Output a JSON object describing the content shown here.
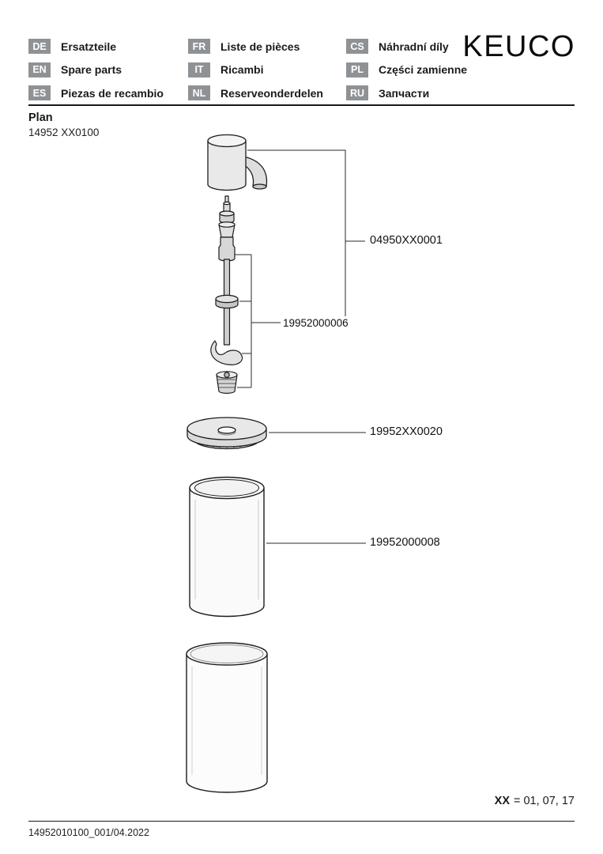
{
  "brand": {
    "logo": "KEUCO"
  },
  "header": {
    "languages": [
      {
        "code": "DE",
        "label": "Ersatzteile"
      },
      {
        "code": "EN",
        "label": "Spare parts"
      },
      {
        "code": "ES",
        "label": "Piezas de recambio"
      },
      {
        "code": "FR",
        "label": "Liste de pièces"
      },
      {
        "code": "IT",
        "label": "Ricambi"
      },
      {
        "code": "NL",
        "label": "Reserveonderdelen"
      },
      {
        "code": "CS",
        "label": "Náhradní díly"
      },
      {
        "code": "PL",
        "label": "Części zamienne"
      },
      {
        "code": "RU",
        "label": "Запчасти"
      }
    ]
  },
  "product": {
    "series": "Plan",
    "model": "14952 XX0100"
  },
  "parts": {
    "pump_assembly": "04950XX0001",
    "pump_mechanism": "19952000006",
    "holder": "19952XX0020",
    "container": "19952000008"
  },
  "footer": {
    "variant_label": "XX",
    "variant_values": "= 01, 07, 17",
    "document_code": "14952010100_001/04.2022"
  }
}
